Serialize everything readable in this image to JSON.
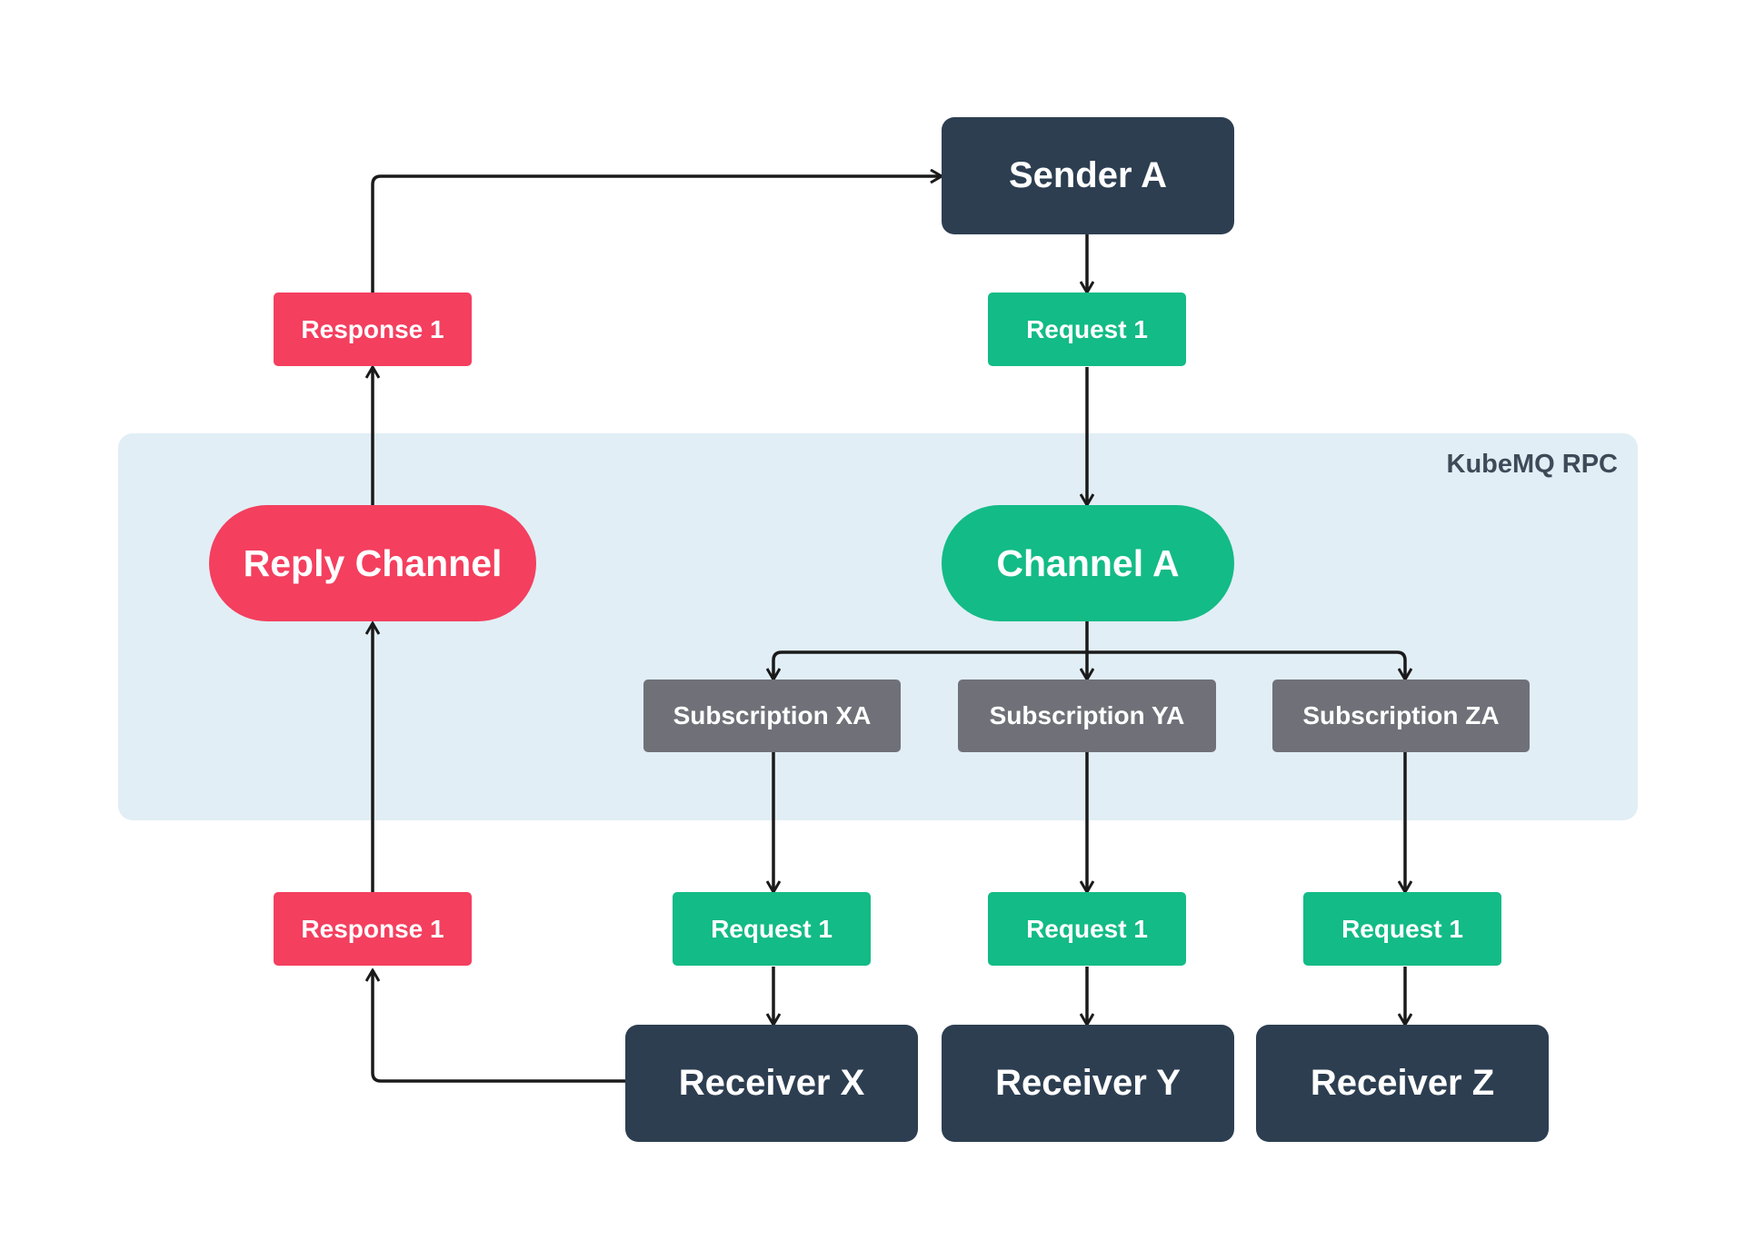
{
  "region": {
    "label": "KubeMQ RPC"
  },
  "sender": {
    "label": "Sender A"
  },
  "request_top": {
    "label": "Request 1"
  },
  "response_top": {
    "label": "Response 1"
  },
  "response_bottom": {
    "label": "Response 1"
  },
  "channel": {
    "label": "Channel A"
  },
  "reply_channel": {
    "label": "Reply Channel"
  },
  "subscriptions": [
    {
      "label": "Subscription XA"
    },
    {
      "label": "Subscription YA"
    },
    {
      "label": "Subscription ZA"
    }
  ],
  "requests": [
    {
      "label": "Request 1"
    },
    {
      "label": "Request 1"
    },
    {
      "label": "Request 1"
    }
  ],
  "receivers": [
    {
      "label": "Receiver X"
    },
    {
      "label": "Receiver Y"
    },
    {
      "label": "Receiver Z"
    }
  ],
  "colors": {
    "dark_node": "#2d3e51",
    "request_green": "#13bb86",
    "response_red": "#f43f5f",
    "subscription_gray": "#707178",
    "region_bg": "#e1eef5",
    "arrow": "#1a1a1a"
  }
}
